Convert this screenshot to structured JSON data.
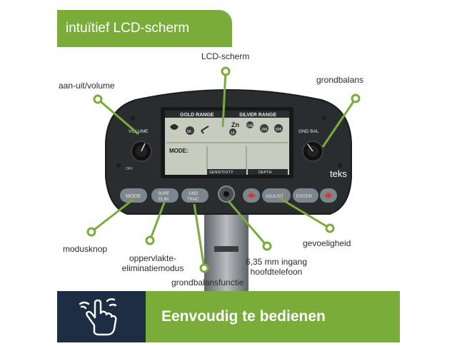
{
  "header": {
    "title": "intuïtief LCD-scherm"
  },
  "labels": {
    "lcd": "LCD-scherm",
    "power_volume": "aan-uit/volume",
    "ground_balance": "grondbalans",
    "mode_button": "modusknop",
    "surface_elim_line1": "oppervlakte-",
    "surface_elim_line2": "eliminatiemodus",
    "ground_function": "grondbalansfunctie",
    "headphone_line1": "6,35 mm ingang",
    "headphone_line2": "hoofdtelefoon",
    "sensitivity": "gevoeligheid",
    "edge_text": "teks"
  },
  "device": {
    "volume_label": "VOLUME",
    "volume_off": "OFF",
    "gnd_bal_label": "GND BAL",
    "gold_range": "GOLD RANGE",
    "silver_range": "SILVER RANGE",
    "mode_label": "MODE:",
    "sensitivity_label": "SENSITIVITY",
    "depth_label": "DEPTH",
    "zn_label": "Zn",
    "coins": [
      "5¢",
      "1¢",
      "10¢",
      "25¢",
      "50¢"
    ],
    "buttons": {
      "mode": "MODE",
      "surf": "SURF",
      "surf_sub": "ELIM",
      "gnd": "GND",
      "gnd_sub": "TRAC",
      "adjust": "ADJUST",
      "enter": "ENTER"
    }
  },
  "footer": {
    "text": "Eenvoudig te bedienen"
  },
  "colors": {
    "accent": "#7aac3a",
    "navy": "#1c2d44",
    "device": "#2a2d30",
    "lcd": "#c8ccbf",
    "red_button": "#d23a3a"
  },
  "icons": {
    "footer": "tap-hand-icon",
    "left_knob": "volume-knob-icon",
    "right_knob": "ground-balance-knob-icon"
  }
}
